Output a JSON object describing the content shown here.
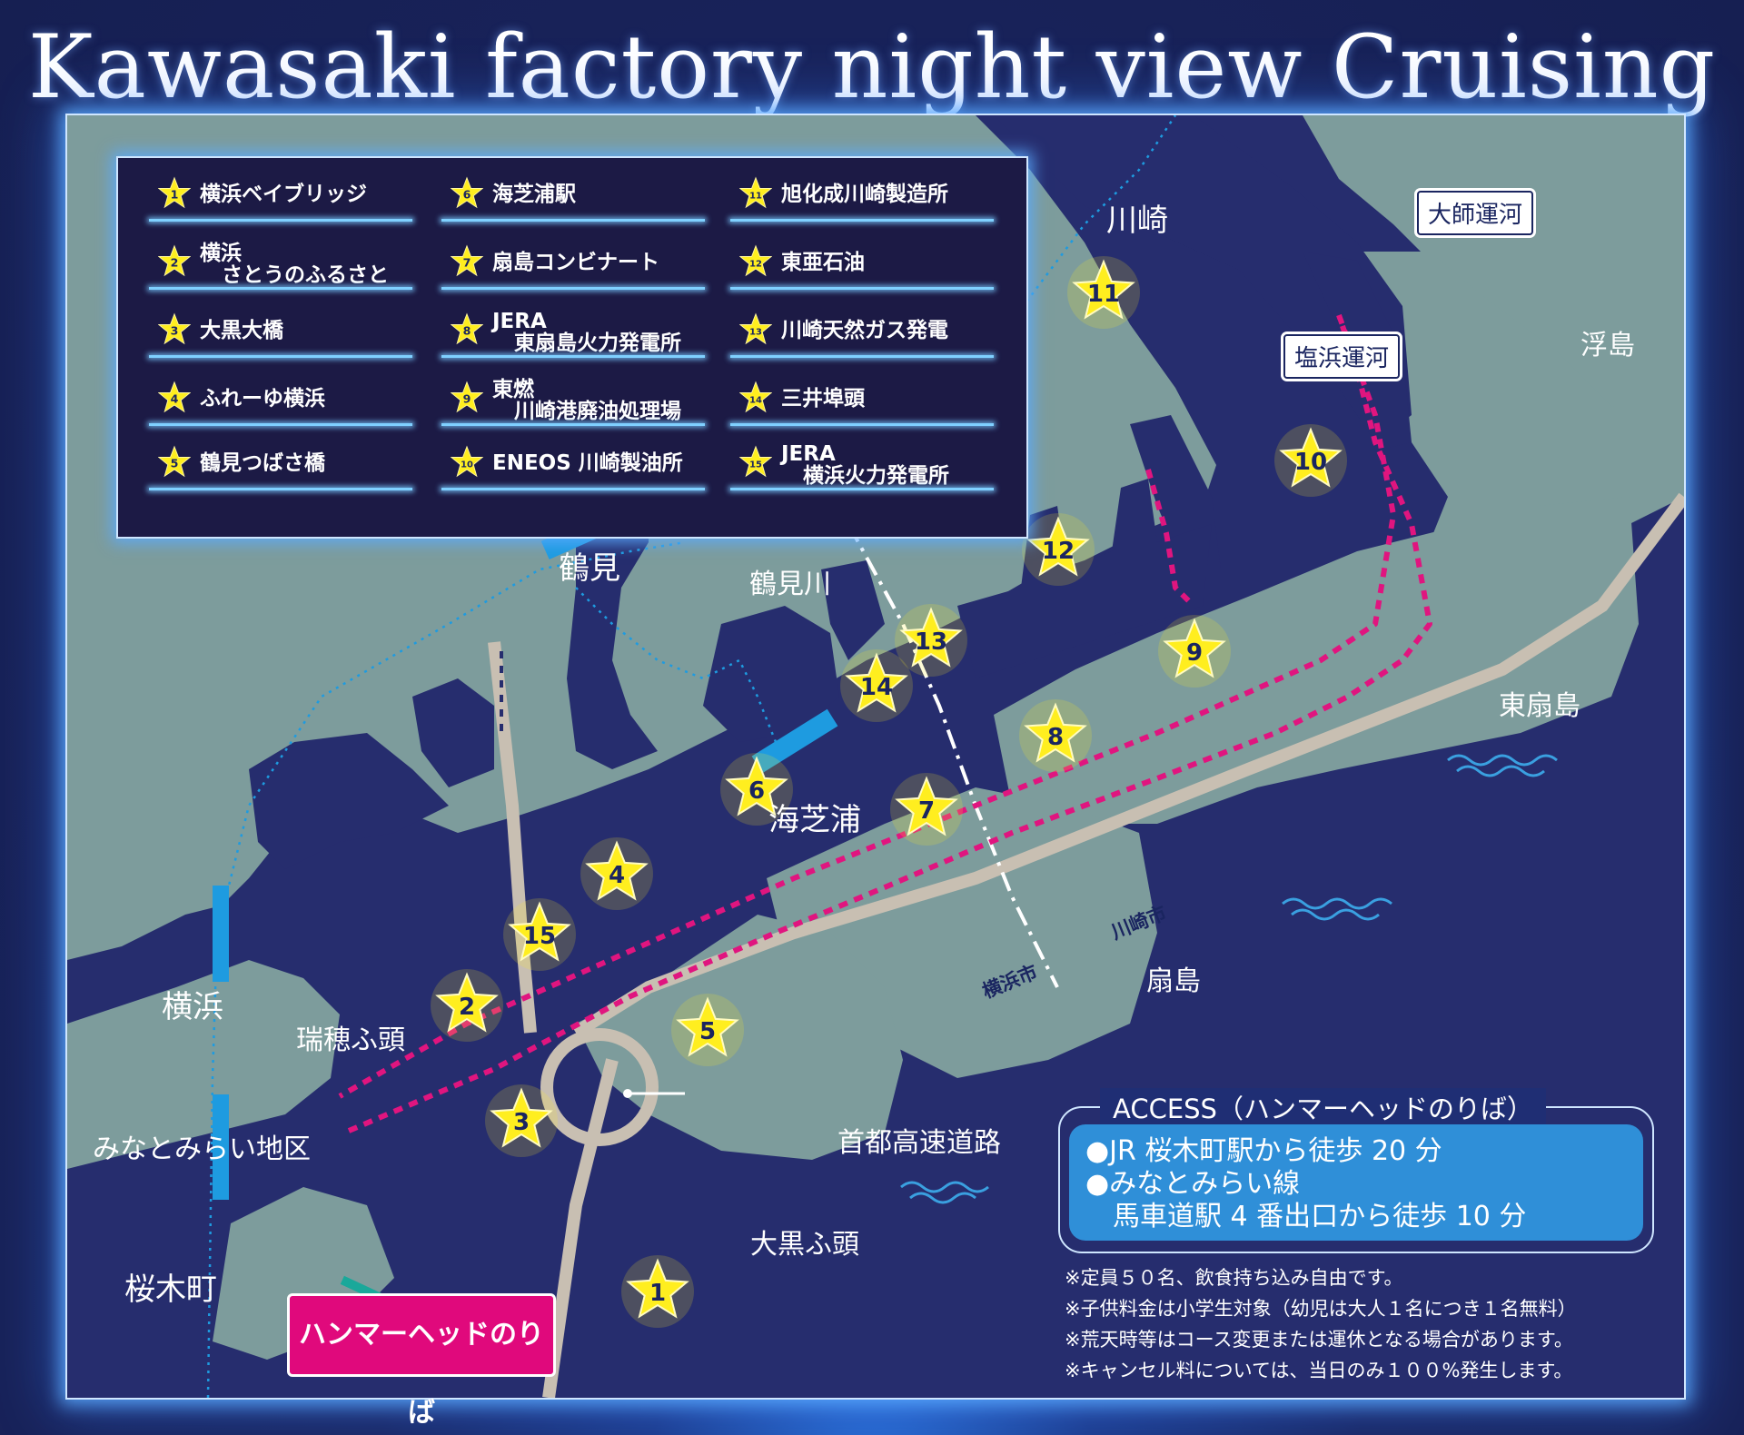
{
  "title": "Kawasaki factory night view Cruising map",
  "legend": [
    {
      "num": "1",
      "line1": "横浜ベイブリッジ",
      "line2": ""
    },
    {
      "num": "2",
      "line1": "横浜",
      "line2": "さとうのふるさと"
    },
    {
      "num": "3",
      "line1": "大黒大橋",
      "line2": ""
    },
    {
      "num": "4",
      "line1": "ふれーゆ横浜",
      "line2": ""
    },
    {
      "num": "5",
      "line1": "鶴見つばさ橋",
      "line2": ""
    },
    {
      "num": "6",
      "line1": "海芝浦駅",
      "line2": ""
    },
    {
      "num": "7",
      "line1": "扇島コンビナート",
      "line2": ""
    },
    {
      "num": "8",
      "line1": "JERA",
      "line2": "東扇島火力発電所"
    },
    {
      "num": "9",
      "line1": "東燃",
      "line2": "川崎港廃油処理場"
    },
    {
      "num": "10",
      "line1": "ENEOS 川崎製油所",
      "line2": ""
    },
    {
      "num": "11",
      "line1": "旭化成川崎製造所",
      "line2": ""
    },
    {
      "num": "12",
      "line1": "東亜石油",
      "line2": ""
    },
    {
      "num": "13",
      "line1": "川崎天然ガス発電",
      "line2": ""
    },
    {
      "num": "14",
      "line1": "三井埠頭",
      "line2": ""
    },
    {
      "num": "15",
      "line1": "JERA",
      "line2": "横浜火力発電所"
    }
  ],
  "places": {
    "kawasaki": "川崎",
    "tsurumi": "鶴見",
    "tsurumi_river": "鶴見川",
    "umishibaura": "海芝浦",
    "yokohama": "横浜",
    "mizuho": "瑞穂ふ頭",
    "minatomirai": "みなとみらい地区",
    "sakuragicho": "桜木町",
    "ukishima": "浮島",
    "higashiogishima": "東扇島",
    "ogishima": "扇島",
    "daikoku": "大黒ふ頭",
    "expressway": "首都高速道路",
    "yokohama_city": "横浜市",
    "kawasaki_city": "川崎市"
  },
  "callouts": {
    "daishi": "大師運河",
    "shiohama": "塩浜運河"
  },
  "pier_label": "ハンマーヘッドのりば",
  "access": {
    "title": "ACCESS（ハンマーヘッドのりば）",
    "line1": "●JR 桜木町駅から徒歩 20 分",
    "line2": "●みなとみらい線",
    "line3": "馬車道駅  4 番出口から徒歩 10 分"
  },
  "notes": [
    "※定員５０名、飲食持ち込み自由です。",
    "※子供料金は小学生対象（幼児は大人１名につき１名無料）",
    "※荒天時等はコース変更または運休となる場合があります。",
    "※キャンセル料については、当日のみ１００%発生します。"
  ],
  "map_stars": [
    "1",
    "2",
    "3",
    "4",
    "5",
    "6",
    "7",
    "8",
    "9",
    "10",
    "11",
    "12",
    "13",
    "14",
    "15"
  ],
  "colors": {
    "sea": "#262d6e",
    "land": "#7d9c9c",
    "route": "#e0157f",
    "star": "#ffee1f",
    "rail": "#1e9be0",
    "road": "#c8bfb2"
  }
}
